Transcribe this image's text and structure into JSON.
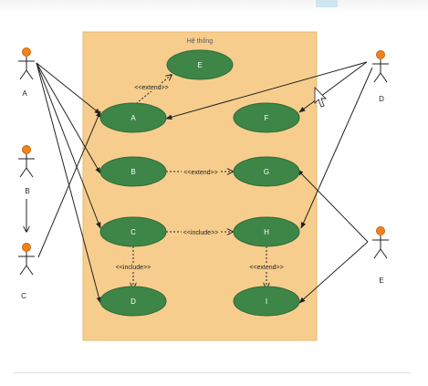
{
  "system": {
    "title": "Hệ thống",
    "fill": "#f7cd8d"
  },
  "use_cases": [
    {
      "id": "E",
      "label": "E"
    },
    {
      "id": "A",
      "label": "A"
    },
    {
      "id": "F",
      "label": "F"
    },
    {
      "id": "B",
      "label": "B"
    },
    {
      "id": "G",
      "label": "G"
    },
    {
      "id": "C",
      "label": "C"
    },
    {
      "id": "H",
      "label": "H"
    },
    {
      "id": "D",
      "label": "D"
    },
    {
      "id": "I",
      "label": "I"
    }
  ],
  "actors": [
    {
      "id": "A",
      "label": "A"
    },
    {
      "id": "B",
      "label": "B"
    },
    {
      "id": "C",
      "label": "C"
    },
    {
      "id": "D",
      "label": "D"
    },
    {
      "id": "E",
      "label": "E"
    }
  ],
  "relations": {
    "extend_A_E": "<<extend>>",
    "extend_B_G": "<<extend>>",
    "include_C_H": "<<include>>",
    "include_C_D": "<<include>>",
    "extend_H_I": "<<extend>>"
  },
  "colors": {
    "use_case_fill": "#3e8548",
    "use_case_stroke": "#2f6a38",
    "actor_head": "#f0821e",
    "line": "#222222"
  }
}
